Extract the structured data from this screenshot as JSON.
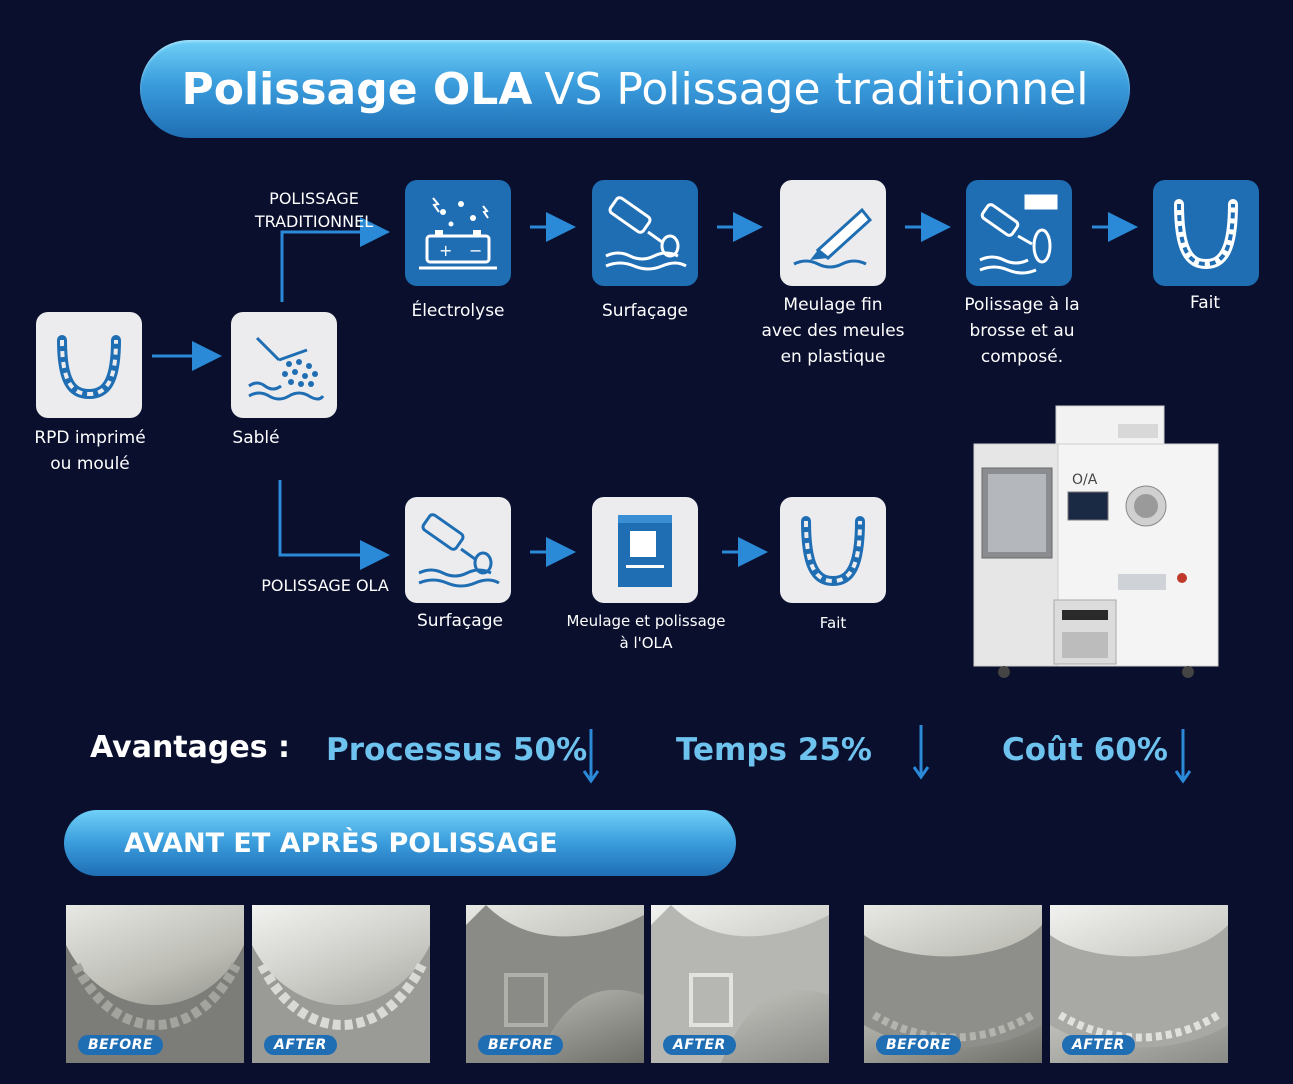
{
  "title": {
    "bold": "Polissage OLA",
    "rest": "VS Polissage traditionnel"
  },
  "start": {
    "label_line1": "RPD imprimé",
    "label_line2": "ou moulé"
  },
  "sandblast": {
    "label": "Sablé"
  },
  "traditional": {
    "branch_line1": "POLISSAGE",
    "branch_line2": "TRADITIONNEL",
    "steps": [
      {
        "icon": "battery-sparks-icon",
        "line1": "Électrolyse",
        "line2": "",
        "line3": ""
      },
      {
        "icon": "surfacing-tool-icon",
        "line1": "Surfaçage",
        "line2": "",
        "line3": ""
      },
      {
        "icon": "grinding-wheel-icon",
        "line1": "Meulage fin",
        "line2": "avec des meules",
        "line3": "en plastique"
      },
      {
        "icon": "brush-polish-icon",
        "line1": "Polissage à la",
        "line2": "brosse et au",
        "line3": "composé."
      },
      {
        "icon": "denture-done-icon",
        "line1": "Fait",
        "line2": "",
        "line3": ""
      }
    ]
  },
  "ola": {
    "branch_label": "POLISSAGE OLA",
    "steps": [
      {
        "icon": "surfacing-tool-icon",
        "line1": "Surfaçage",
        "line2": ""
      },
      {
        "icon": "ola-machine-icon",
        "line1": "Meulage et polissage",
        "line2": "à l'OLA"
      },
      {
        "icon": "denture-done-icon",
        "line1": "Fait",
        "line2": ""
      }
    ]
  },
  "machine": {
    "brand": "O/A"
  },
  "advantages": {
    "title": "Avantages :",
    "items": [
      "Processus 50%",
      "Temps 25%",
      "Coût 60%"
    ]
  },
  "section_title": "AVANT ET APRÈS POLISSAGE",
  "photos": [
    {
      "badge": "BEFORE"
    },
    {
      "badge": "AFTER"
    },
    {
      "badge": "BEFORE"
    },
    {
      "badge": "AFTER"
    },
    {
      "badge": "BEFORE"
    },
    {
      "badge": "AFTER"
    }
  ],
  "colors": {
    "accent": "#1f6eb4",
    "arrow": "#2a8ad8",
    "advantage": "#6ec2ee",
    "background": "#0a0f2e"
  }
}
